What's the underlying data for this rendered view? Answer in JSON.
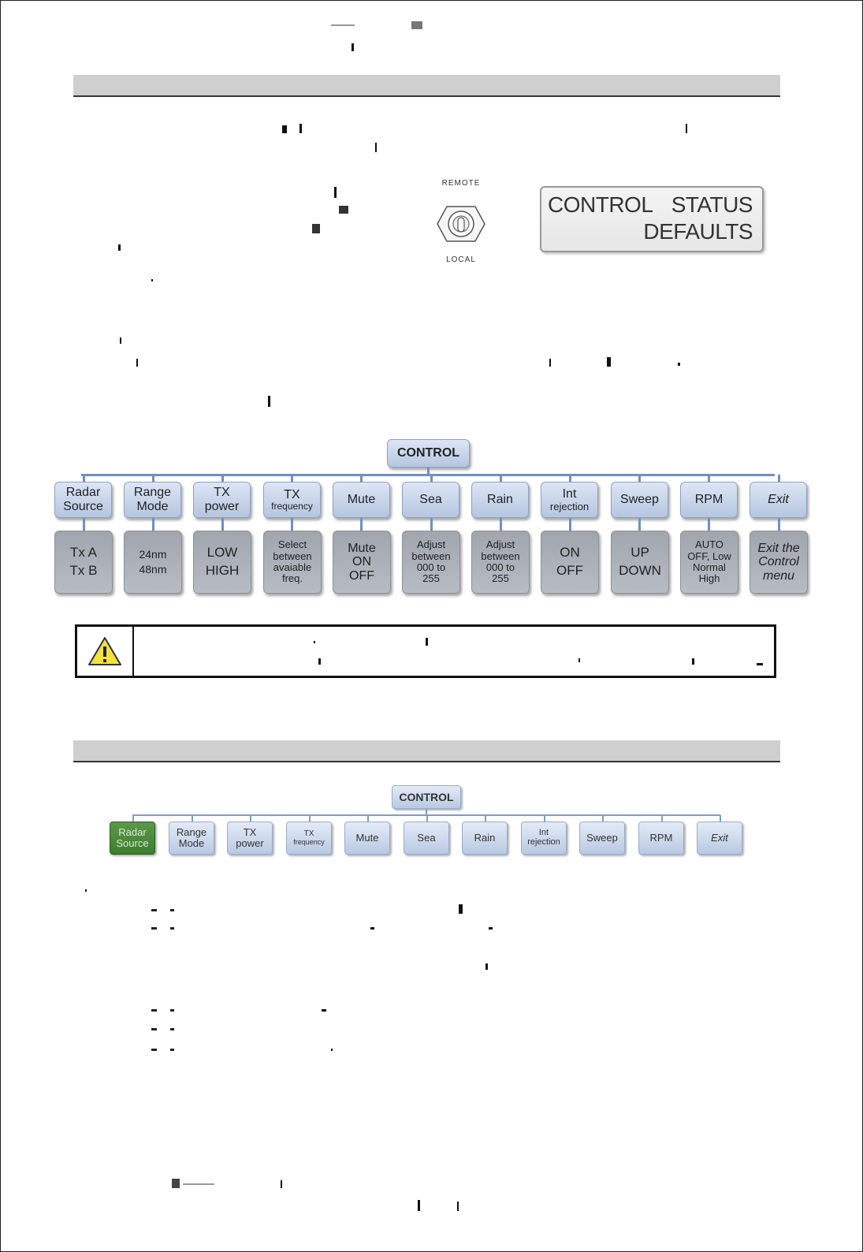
{
  "switch": {
    "top_label": "REMOTE",
    "bottom_label": "LOCAL"
  },
  "lcd": {
    "line1_left": "CONTROL",
    "line1_right": "STATUS",
    "line2_right": "DEFAULTS"
  },
  "menu_tree": {
    "root": "CONTROL",
    "items": [
      {
        "label": [
          "Radar",
          "Source"
        ],
        "values": [
          "Tx A",
          "Tx B"
        ]
      },
      {
        "label": [
          "Range",
          "Mode"
        ],
        "values": [
          "24nm",
          "48nm"
        ]
      },
      {
        "label": [
          "TX",
          "power"
        ],
        "values": [
          "LOW",
          "HIGH"
        ]
      },
      {
        "label": [
          "TX",
          "frequency"
        ],
        "values": [
          "Select",
          "between",
          "avaiable",
          "freq."
        ]
      },
      {
        "label": [
          "Mute"
        ],
        "values": [
          "Mute",
          "ON",
          "OFF"
        ]
      },
      {
        "label": [
          "Sea"
        ],
        "values": [
          "Adjust",
          "between",
          "000 to",
          "255"
        ]
      },
      {
        "label": [
          "Rain"
        ],
        "values": [
          "Adjust",
          "between",
          "000 to",
          "255"
        ]
      },
      {
        "label": [
          "Int",
          "rejection"
        ],
        "values": [
          "ON",
          "OFF"
        ]
      },
      {
        "label": [
          "Sweep"
        ],
        "values": [
          "UP",
          "DOWN"
        ]
      },
      {
        "label": [
          "RPM"
        ],
        "values": [
          "AUTO",
          "OFF, Low",
          "Normal",
          "High"
        ]
      },
      {
        "label": [
          "Exit"
        ],
        "values": [
          "Exit the",
          "Control",
          "menu"
        ]
      }
    ]
  },
  "menu_tree_2": {
    "root": "CONTROL",
    "selected": "Radar Source",
    "items": [
      [
        "Radar",
        "Source"
      ],
      [
        "Range",
        "Mode"
      ],
      [
        "TX",
        "power"
      ],
      [
        "TX",
        "frequency"
      ],
      [
        "Mute"
      ],
      [
        "Sea"
      ],
      [
        "Rain"
      ],
      [
        "Int",
        "rejection"
      ],
      [
        "Sweep"
      ],
      [
        "RPM"
      ],
      [
        "Exit"
      ]
    ]
  }
}
